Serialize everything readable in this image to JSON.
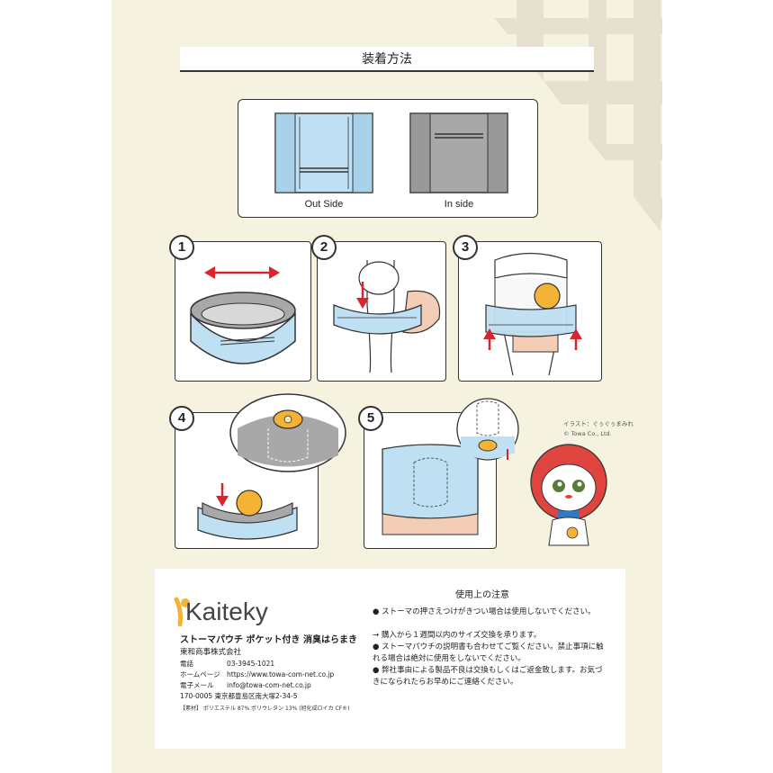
{
  "title": "装着方法",
  "sides": {
    "out_label": "Out Side",
    "in_label": "In side"
  },
  "steps": [
    "1",
    "2",
    "3",
    "4",
    "5"
  ],
  "credits": {
    "illustration": "イラスト：ぐぅぐぅまみれ",
    "copyright": "© Towa Co., Ltd."
  },
  "brand": {
    "logo_text": "Kaiteky",
    "product_name": "ストーマパウチ ポケット付き 消臭はらまき"
  },
  "company": {
    "name": "東和商事株式会社",
    "rows": [
      {
        "key": "電話",
        "value": "03-3945-1021"
      },
      {
        "key": "ホームページ",
        "value": "https://www.towa-com-net.co.jp"
      },
      {
        "key": "電子メール",
        "value": "info@towa-com-net.co.jp"
      }
    ],
    "address": "170-0005 東京都豊島区南大塚2-34-5",
    "material": "【素材】 ポリエステル 87% ポリウレタン 13% (旭化成ロイカ CF®)"
  },
  "notes": {
    "title": "使用上の注意",
    "items": [
      "● ストーマの押さえつけがきつい場合は使用しないでください。",
      "→ 購入から１週間以内のサイズ交換を承ります。",
      "● ストーマパウチの説明書も合わせてご覧ください。禁止事項に触れる場合は絶対に使用をしないでください。",
      "● 弊社事由による製品不良は交換もしくはご返金致します。お気づきになられたらお早めにご連絡ください。"
    ]
  },
  "colors": {
    "band_blue": "#bfe0f3",
    "band_gray": "#a8a8a8",
    "arrow_red": "#d9232e",
    "stoma_orange": "#f5b335",
    "skin": "#f3cdb5"
  }
}
